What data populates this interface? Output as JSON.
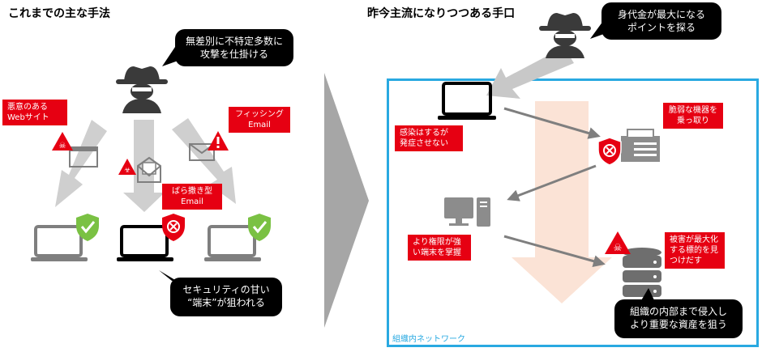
{
  "left": {
    "title": "これまでの主な手法",
    "attacker_bubble": "無差別に不特定多数に\n攻撃を仕掛ける",
    "labels": {
      "malicious_web": "悪意のある\nWebサイト",
      "phishing": "フィッシング\nEmail",
      "spam": "ばら撒き型\nEmail"
    },
    "victim_bubble": "セキュリティの甘い\n“端末”が狙われる"
  },
  "right": {
    "title": "昨今主流になりつつある手口",
    "attacker_bubble": "身代金が最大になる\nポイントを探る",
    "labels": {
      "undetected": "感染はするが\n発症させない",
      "hijack": "脆弱な機器を\n乗っ取り",
      "privileged": "より権限が強\nい端末を掌握",
      "target": "被害が最大化\nする標的を見\nつけだす"
    },
    "goal_bubble": "組織の内部まで侵入し\nより重要な資産を狙う",
    "network_label": "組織内ネットワーク"
  },
  "colors": {
    "red": "#e60012",
    "network_border": "#29a9e1",
    "shield_ok": "#7ac143",
    "arrow_gray": "#c8c8c8",
    "big_arrow": "#fbe3d6"
  },
  "icons": [
    "hacker-icon",
    "laptop-icon",
    "shield-check-icon",
    "shield-x-icon",
    "warning-icon",
    "email-icon",
    "browser-icon",
    "desktop-pc-icon",
    "printer-icon",
    "database-icon",
    "biohazard-icon"
  ]
}
